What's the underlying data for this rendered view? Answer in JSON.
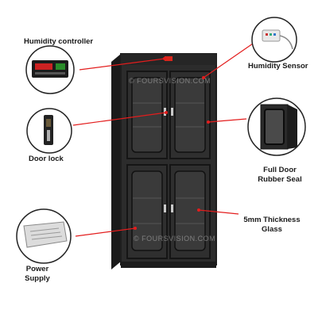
{
  "labels": {
    "humidity_controller": "Humidity controller",
    "humidity_sensor": "Humidity Sensor",
    "door_lock": "Door lock",
    "full_door_seal_line1": "Full Door",
    "full_door_seal_line2": "Rubber Seal",
    "glass_line1": "5mm Thickness",
    "glass_line2": "Glass",
    "power_supply_line1": "Power",
    "power_supply_line2": "Supply"
  },
  "watermark": "© FOURSVISION.COM",
  "colors": {
    "callout_line": "#e31d1d",
    "cabinet_body": "#2c2c2c",
    "cabinet_frame": "#1e1e1e",
    "glass": "#3a3a3a",
    "indicator": "#d9261c",
    "circle_border": "#222222"
  }
}
